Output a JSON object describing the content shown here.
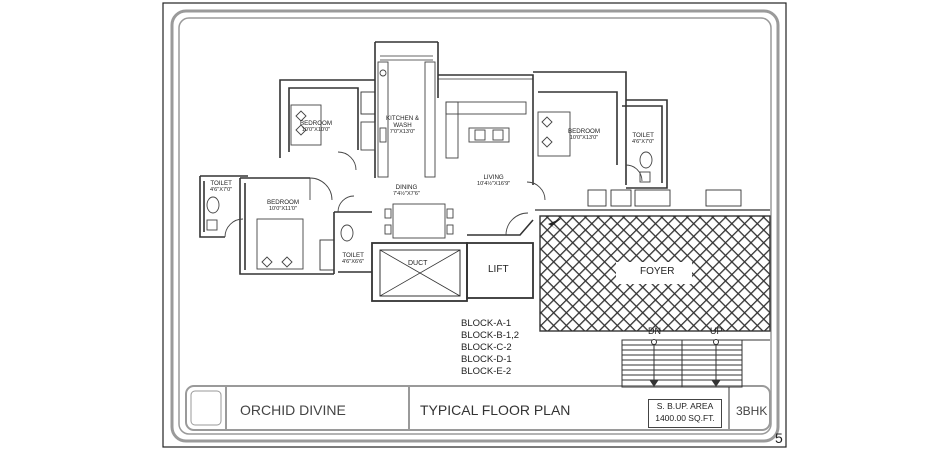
{
  "rooms": {
    "bedroom_1": {
      "name": "BEDROOM",
      "dim": "10'0\"X10'0\""
    },
    "kitchen": {
      "name": "KITCHEN &",
      "name2": "WASH",
      "dim": "7'0\"X13'0\""
    },
    "bedroom_2": {
      "name": "BEDROOM",
      "dim": "10'0\"X13'0\""
    },
    "toilet_right": {
      "name": "TOILET",
      "dim": "4'6\"X7'0\""
    },
    "toilet_left": {
      "name": "TOILET",
      "dim": "4'6\"X7'0\""
    },
    "bedroom_3": {
      "name": "BEDROOM",
      "dim": "10'0\"X11'0\""
    },
    "dining": {
      "name": "DINING",
      "dim": "7'4½\"X7'6\""
    },
    "living": {
      "name": "LIVING",
      "dim": "10'4½\"X16'9\""
    },
    "toilet_center": {
      "name": "TOILET",
      "dim": "4'6\"X6'6\""
    },
    "duct": {
      "name": "DUCT"
    },
    "lift": {
      "name": "LIFT"
    },
    "foyer": {
      "name": "FOYER"
    }
  },
  "stairs": {
    "down": "DN",
    "up": "UP"
  },
  "blocks": [
    "BLOCK-A-1",
    "BLOCK-B-1,2",
    "BLOCK-C-2",
    "BLOCK-D-1",
    "BLOCK-E-2"
  ],
  "title_block": {
    "project": "ORCHID DIVINE",
    "plan_title": "TYPICAL FLOOR PLAN",
    "area_label": "S. B.UP. AREA",
    "area_value": "1400.00 SQ.FT.",
    "unit_type": "3BHK"
  },
  "page_number": "5"
}
